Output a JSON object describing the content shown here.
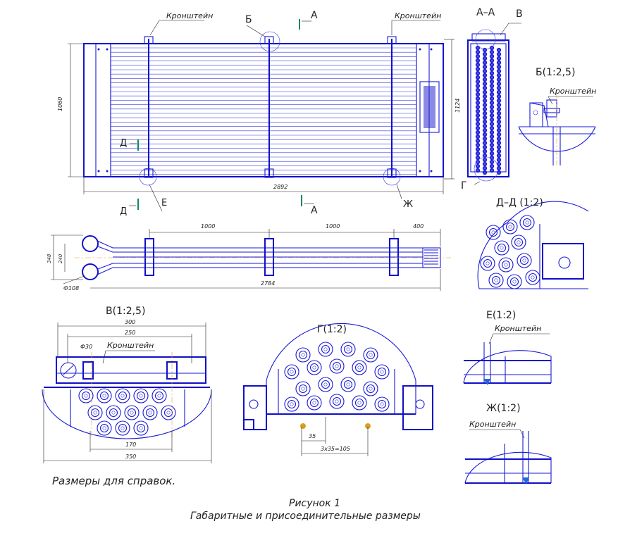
{
  "labels": {
    "bracket": "Кронштейн",
    "b": "Б",
    "a": "А",
    "section_aa": "А–А",
    "v": "В",
    "g": "Г",
    "d": "Д",
    "e": "Е",
    "zh": "Ж",
    "detail_b": "Б(1:2,5)",
    "section_dd": "Д–Д (1:2)",
    "detail_v": "В(1:2,5)",
    "detail_g": "Г(1:2)",
    "detail_e": "Е(1:2)",
    "detail_zh": "Ж(1:2)",
    "note": "Размеры для справок.",
    "caption_1": "Рисунок 1",
    "caption_2": "Габаритные и присоединительные размеры"
  },
  "dimensions": {
    "height_left": "1060",
    "height_right": "1124",
    "width_total": "2892",
    "seg1": "1000",
    "seg2": "1000",
    "seg3": "400",
    "length": "2784",
    "h348": "348",
    "h240": "240",
    "dia108": "Ф108",
    "v300": "300",
    "v250": "250",
    "v_dia30": "Ф30",
    "v170": "170",
    "v350": "350",
    "g35": "35",
    "g3x35": "3х35=105"
  },
  "colors": {
    "line": "#1a1ad8",
    "center": "#e0a040",
    "section_mark": "#0b8a5a",
    "dimension": "#222222"
  }
}
